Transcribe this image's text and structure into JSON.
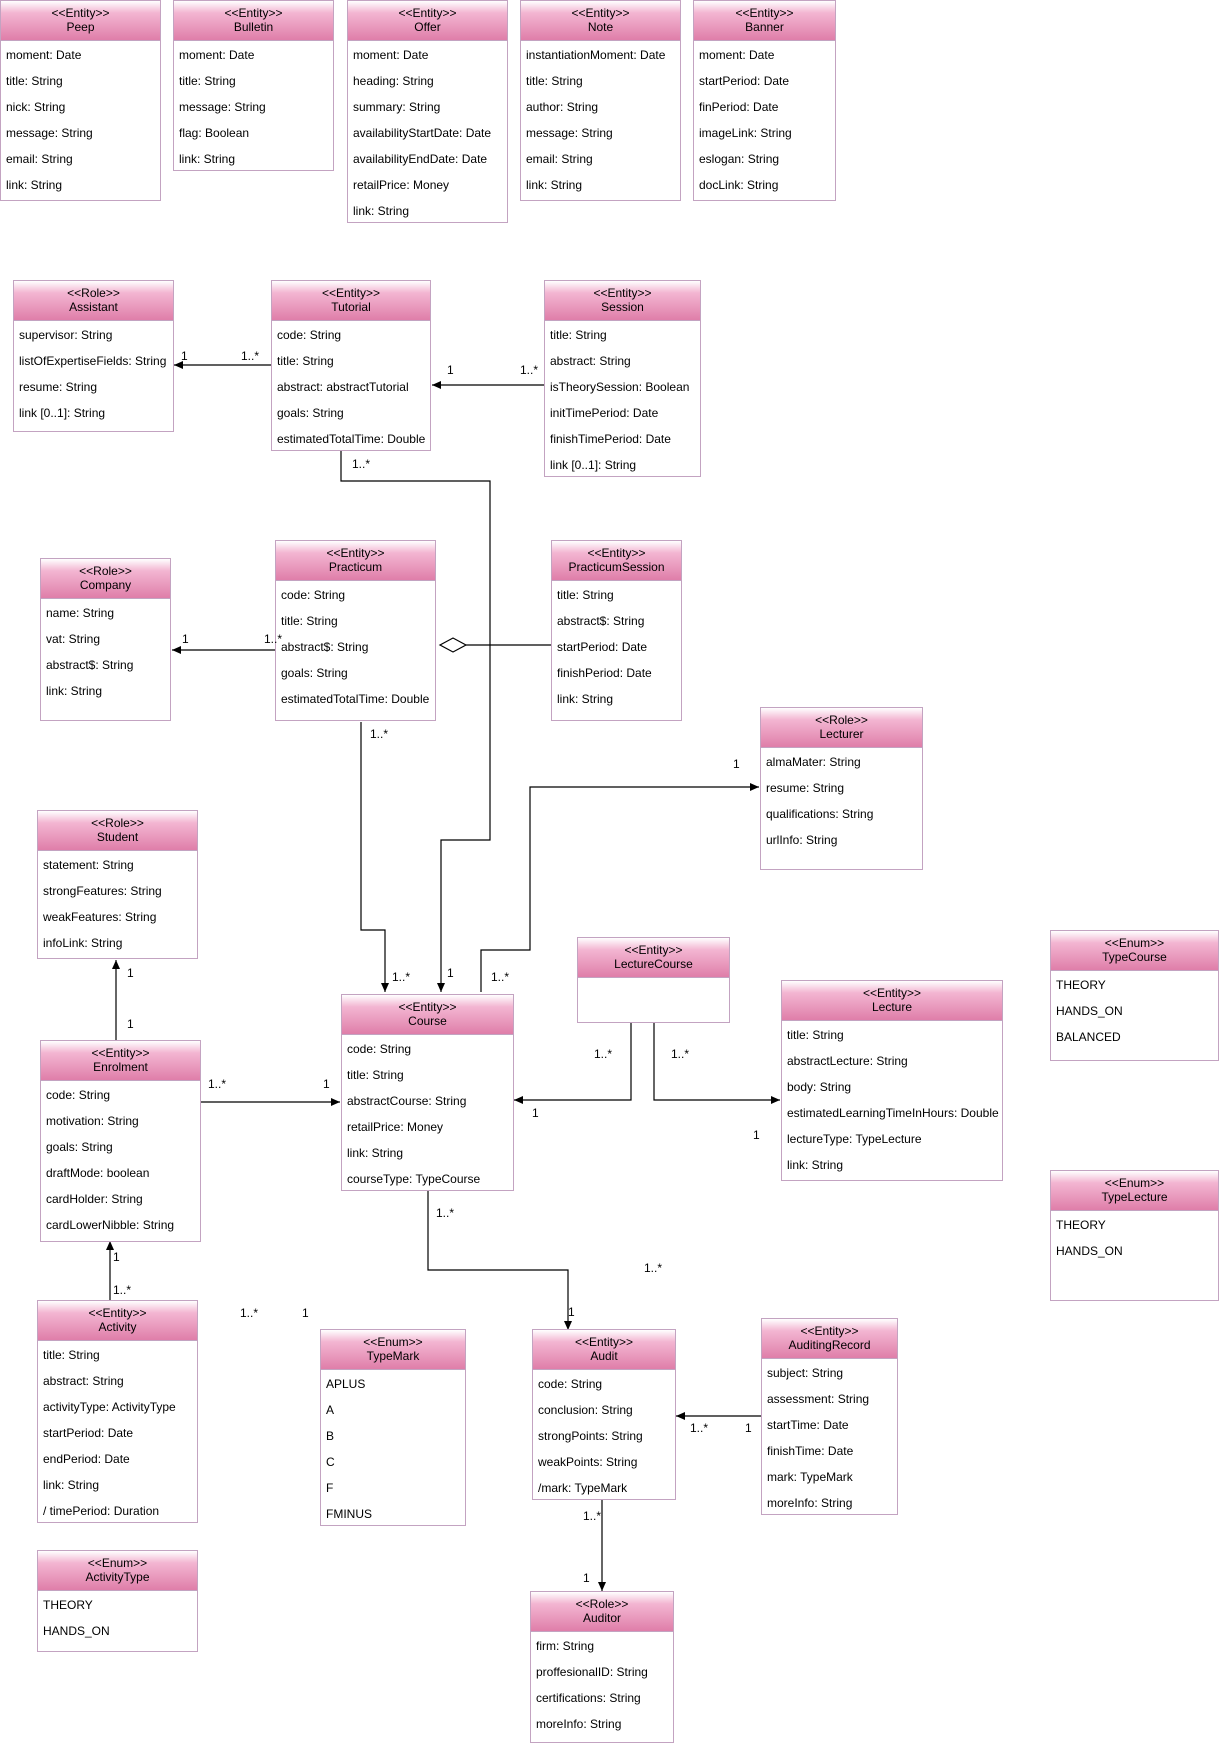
{
  "classes": [
    {
      "id": "peep",
      "stereotype": "<<Entity>>",
      "name": "Peep",
      "attributes": [
        "moment: Date",
        "title: String",
        "nick: String",
        "message: String",
        "email: String",
        "link: String"
      ]
    },
    {
      "id": "bulletin",
      "stereotype": "<<Entity>>",
      "name": "Bulletin",
      "attributes": [
        "moment: Date",
        "title: String",
        "message: String",
        "flag: Boolean",
        "link: String"
      ]
    },
    {
      "id": "offer",
      "stereotype": "<<Entity>>",
      "name": "Offer",
      "attributes": [
        "moment: Date",
        "heading: String",
        "summary: String",
        "availabilityStartDate: Date",
        "availabilityEndDate: Date",
        "retailPrice: Money",
        "link: String"
      ]
    },
    {
      "id": "note",
      "stereotype": "<<Entity>>",
      "name": "Note",
      "attributes": [
        "instantiationMoment: Date",
        "title: String",
        "author: String",
        "message: String",
        "email: String",
        "link: String"
      ]
    },
    {
      "id": "banner",
      "stereotype": "<<Entity>>",
      "name": "Banner",
      "attributes": [
        "moment: Date",
        "startPeriod: Date",
        "finPeriod: Date",
        "imageLink: String",
        "eslogan: String",
        "docLink: String"
      ]
    },
    {
      "id": "assistant",
      "stereotype": "<<Role>>",
      "name": "Assistant",
      "attributes": [
        "supervisor: String",
        "listOfExpertiseFields: String",
        "resume: String",
        "link [0..1]: String"
      ]
    },
    {
      "id": "tutorial",
      "stereotype": "<<Entity>>",
      "name": "Tutorial",
      "attributes": [
        "code: String",
        "title: String",
        "abstract: abstractTutorial",
        "goals: String",
        "estimatedTotalTime: Double"
      ]
    },
    {
      "id": "session",
      "stereotype": "<<Entity>>",
      "name": "Session",
      "attributes": [
        "title: String",
        "abstract: String",
        "isTheorySession: Boolean",
        "initTimePeriod: Date",
        "finishTimePeriod: Date",
        "link [0..1]: String"
      ]
    },
    {
      "id": "company",
      "stereotype": "<<Role>>",
      "name": "Company",
      "attributes": [
        "name: String",
        "vat: String",
        "abstract$: String",
        "link: String"
      ]
    },
    {
      "id": "practicum",
      "stereotype": "<<Entity>>",
      "name": "Practicum",
      "attributes": [
        "code: String",
        "title: String",
        "abstract$: String",
        "goals: String",
        "estimatedTotalTime: Double"
      ]
    },
    {
      "id": "practicumsession",
      "stereotype": "<<Entity>>",
      "name": "PracticumSession",
      "attributes": [
        "title: String",
        "abstract$: String",
        "startPeriod: Date",
        "finishPeriod: Date",
        "link: String"
      ]
    },
    {
      "id": "lecturer",
      "stereotype": "<<Role>>",
      "name": "Lecturer",
      "attributes": [
        "almaMater: String",
        "resume: String",
        "qualifications: String",
        "urlInfo: String"
      ]
    },
    {
      "id": "student",
      "stereotype": "<<Role>>",
      "name": "Student",
      "attributes": [
        "statement: String",
        "strongFeatures: String",
        "weakFeatures: String",
        "infoLink: String"
      ]
    },
    {
      "id": "typecourse",
      "stereotype": "<<Enum>>",
      "name": "TypeCourse",
      "attributes": [
        "THEORY",
        "HANDS_ON",
        "BALANCED"
      ]
    },
    {
      "id": "lecturecourse",
      "stereotype": "<<Entity>>",
      "name": "LectureCourse",
      "attributes": []
    },
    {
      "id": "course",
      "stereotype": "<<Entity>>",
      "name": "Course",
      "attributes": [
        "code: String",
        "title: String",
        "abstractCourse: String",
        "retailPrice: Money",
        "link: String",
        "courseType: TypeCourse"
      ]
    },
    {
      "id": "lecture",
      "stereotype": "<<Entity>>",
      "name": "Lecture",
      "attributes": [
        "title: String",
        "abstractLecture: String",
        "body: String",
        "estimatedLearningTimeInHours: Double",
        "lectureType: TypeLecture",
        "link: String"
      ]
    },
    {
      "id": "enrolment",
      "stereotype": "<<Entity>>",
      "name": "Enrolment",
      "attributes": [
        "code: String",
        "motivation: String",
        "goals: String",
        "draftMode: boolean",
        "cardHolder: String",
        "cardLowerNibble: String"
      ]
    },
    {
      "id": "typelecture",
      "stereotype": "<<Enum>>",
      "name": "TypeLecture",
      "attributes": [
        "THEORY",
        "HANDS_ON"
      ]
    },
    {
      "id": "activity",
      "stereotype": "<<Entity>>",
      "name": "Activity",
      "attributes": [
        "title: String",
        "abstract: String",
        "activityType: ActivityType",
        "startPeriod: Date",
        "endPeriod: Date",
        "link: String",
        "/ timePeriod: Duration"
      ]
    },
    {
      "id": "typemark",
      "stereotype": "<<Enum>>",
      "name": "TypeMark",
      "attributes": [
        "APLUS",
        " A",
        " B",
        " C",
        " F",
        " FMINUS"
      ]
    },
    {
      "id": "audit",
      "stereotype": "<<Entity>>",
      "name": "Audit",
      "attributes": [
        "code: String",
        "conclusion: String",
        "strongPoints: String",
        "weakPoints: String",
        "/mark: TypeMark"
      ]
    },
    {
      "id": "auditingrecord",
      "stereotype": "<<Entity>>",
      "name": "AuditingRecord",
      "attributes": [
        "subject: String",
        "assessment: String",
        "startTime: Date",
        "finishTime: Date",
        "mark: TypeMark",
        "moreInfo: String"
      ]
    },
    {
      "id": "activitytype",
      "stereotype": "<<Enum>>",
      "name": "ActivityType",
      "attributes": [
        "THEORY",
        "HANDS_ON"
      ]
    },
    {
      "id": "auditor",
      "stereotype": "<<Role>>",
      "name": "Auditor",
      "attributes": [
        "firm: String",
        "proffesionalID: String",
        "certifications: String",
        "moreInfo: String"
      ]
    }
  ],
  "multiplicities": [
    "1",
    "1..*",
    "1",
    "1..*",
    "1..*",
    "1",
    "1..*",
    "1..*",
    "1",
    "1",
    "1",
    "1..*",
    "1",
    "1..*",
    "1",
    "1..*",
    "1..*",
    "1",
    "1..*",
    "1",
    "1",
    "1..*",
    "1..*",
    "1",
    "1..*",
    "1..*",
    "1",
    "1..*",
    "1",
    "1..*",
    "1"
  ]
}
